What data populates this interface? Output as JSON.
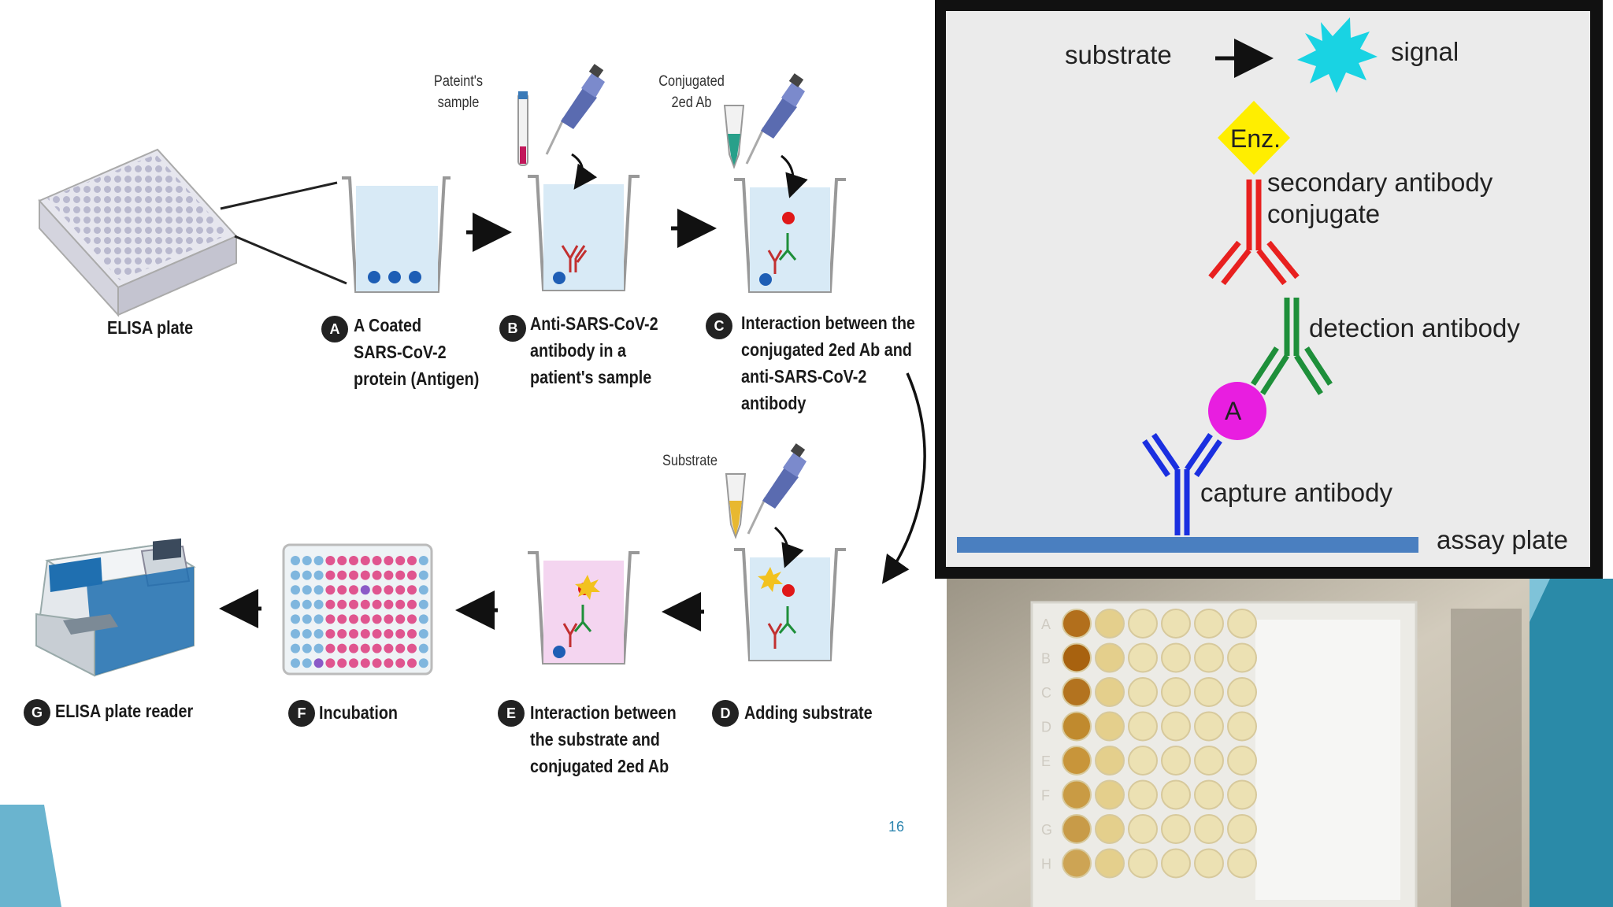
{
  "workflow": {
    "elisa_plate_label": "ELISA plate",
    "patient_sample_label": "Pateint's\nsample",
    "conjugated_label": "Conjugated\n2ed Ab",
    "substrate_label": "Substrate",
    "steps": [
      {
        "badge": "A",
        "text": "A Coated\nSARS-CoV-2\nprotein (Antigen)"
      },
      {
        "badge": "B",
        "text": "Anti-SARS-CoV-2\nantibody in a\npatient's sample"
      },
      {
        "badge": "C",
        "text": "Interaction between the\nconjugated 2ed Ab and\nanti-SARS-CoV-2\nantibody"
      },
      {
        "badge": "D",
        "text": "Adding substrate"
      },
      {
        "badge": "E",
        "text": "Interaction between\nthe substrate and\nconjugated 2ed Ab"
      },
      {
        "badge": "F",
        "text": "Incubation"
      },
      {
        "badge": "G",
        "text": "ELISA plate reader"
      }
    ]
  },
  "schematic": {
    "substrate": "substrate",
    "signal": "signal",
    "enzyme": "Enz.",
    "secondary": "secondary antibody\nconjugate",
    "detection": "detection antibody",
    "antigen": "A",
    "capture": "capture antibody",
    "plate": "assay plate"
  },
  "photo": {
    "row_letters": [
      "A",
      "B",
      "C",
      "D",
      "E",
      "F",
      "G",
      "H"
    ]
  },
  "slide_number": "16",
  "colors": {
    "accent_teal": "#2a8aa8",
    "accent_light": "#6ab4cf",
    "enzyme_yellow": "#ffee00",
    "signal_cyan": "#19d3e3",
    "antigen_magenta": "#e81ee0",
    "plate_blue": "#4a7fc0"
  }
}
